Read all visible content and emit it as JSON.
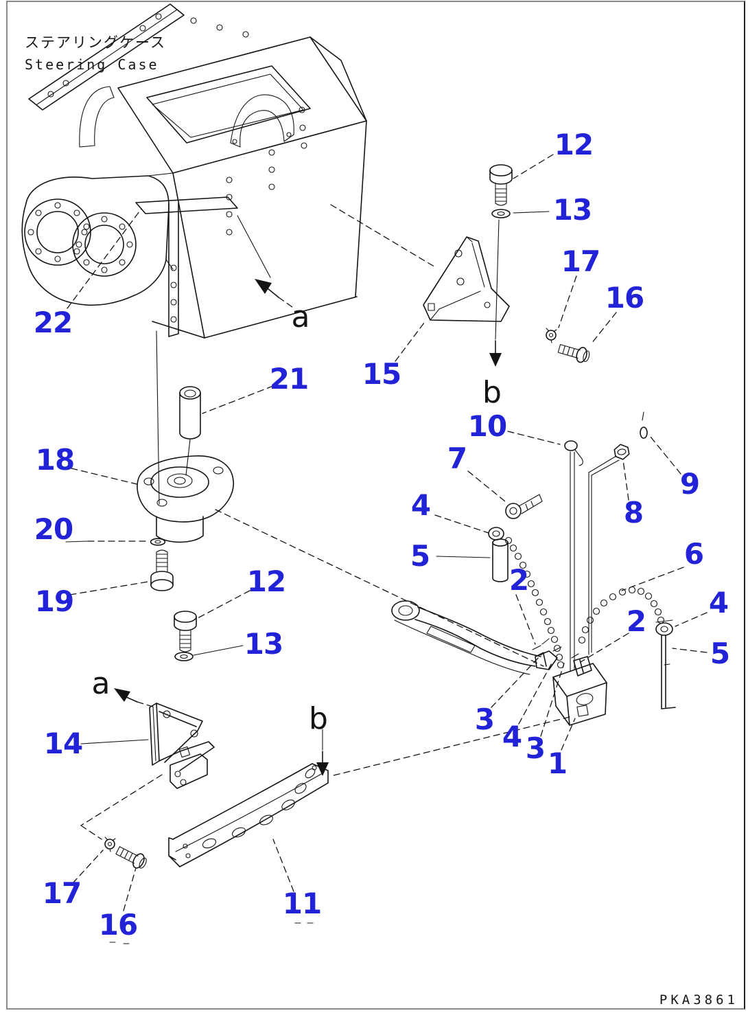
{
  "colors": {
    "callout_blue": "#2222d6",
    "line_black": "#141414",
    "background": "#ffffff",
    "frame_gray": "#8a8a8a"
  },
  "title": {
    "japanese": "ステアリングケース",
    "english": "Steering Case"
  },
  "drawing_number": "PKA3861",
  "view_letters": {
    "a_upper": "a",
    "a_lower": "a",
    "b_upper": "b",
    "b_lower": "b"
  },
  "callouts": {
    "p22": "22",
    "p21": "21",
    "p18": "18",
    "p20": "20",
    "p19": "19",
    "p12_left": "12",
    "p13_left": "13",
    "p14": "14",
    "p17_bottom": "17",
    "p16_bottom": "16",
    "p11": "11",
    "p12_top": "12",
    "p13_top": "13",
    "p15": "15",
    "p17_top": "17",
    "p16_top": "16",
    "p10": "10",
    "p9": "9",
    "p8": "8",
    "p7": "7",
    "p4_left": "4",
    "p5_left": "5",
    "p2_left": "2",
    "p6": "6",
    "p2_right": "2",
    "p4_right": "4",
    "p5_right": "5",
    "p3_left": "3",
    "p4_center": "4",
    "p3_right": "3",
    "p1": "1"
  }
}
